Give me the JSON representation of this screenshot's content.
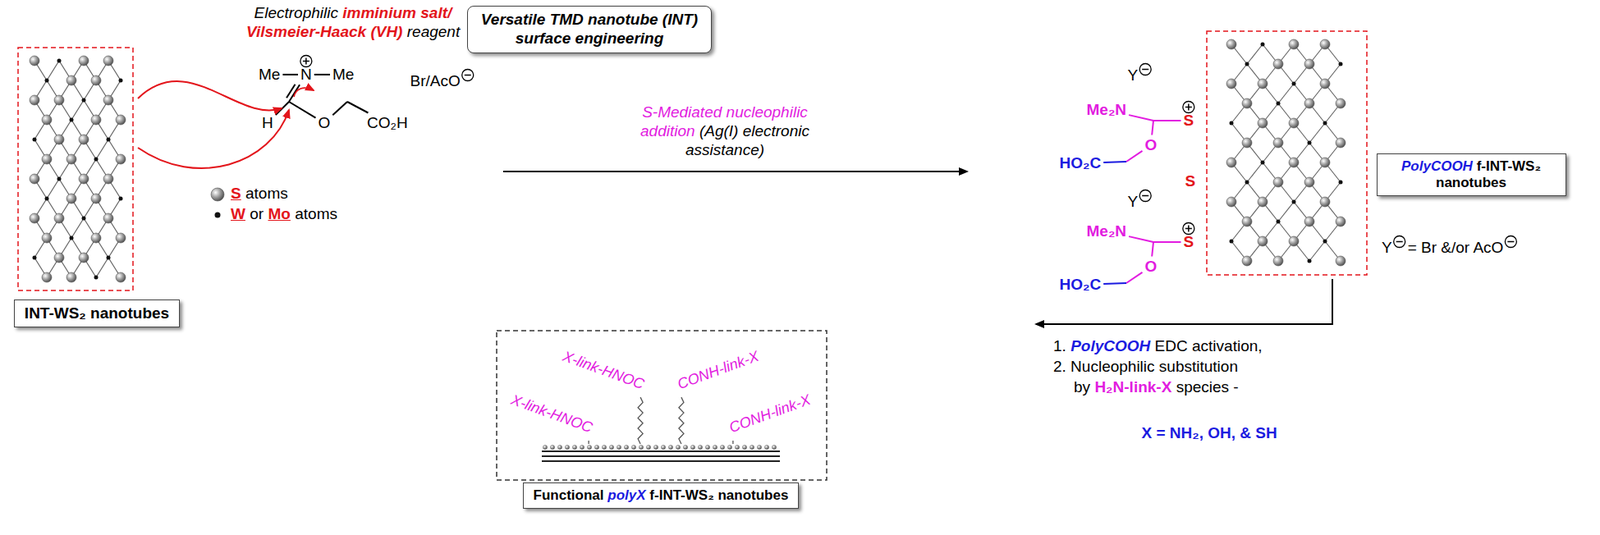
{
  "diagram": {
    "nodes": [
      {
        "text": [
          "Versatile TMD nanotube (INT) surface engineering"
        ]
      },
      {
        "text": [
          "INT-WS₂ nanotubes"
        ]
      },
      {
        "text": [
          "PolyCOOH",
          "f-INT-WS₂ nanotubes"
        ]
      },
      {
        "text": [
          "Functional",
          "polyX",
          "f-INT-WS₂ nanotubes"
        ]
      }
    ],
    "labels": [
      "Electrophilic",
      "imminium salt/",
      "Vilsmeier-Haack (VH)",
      "reagent",
      "Me",
      "N",
      "Me",
      "H",
      "O",
      "CO₂H",
      "Br/AcO",
      "S",
      "atoms",
      "W",
      "or",
      "Mo",
      "atoms",
      "S-Mediated nucleophilic addition",
      "(Ag(I) electronic assistance)",
      "Y",
      "Me₂N",
      "O",
      "HO₂C",
      "S",
      "S",
      "Y",
      "Me₂N",
      "O",
      "HO₂C",
      "S",
      "Y",
      "= Br &/or AcO",
      "1.",
      "PolyCOOH",
      "EDC activation,",
      "2. Nucleophilic substitution",
      "by",
      "H₂N-link-X",
      "species -",
      "X = NH₂, OH, & SH",
      "X-link-HNOC",
      "X-link-HNOC",
      "CONH-link-X",
      "CONH-link-X"
    ]
  }
}
